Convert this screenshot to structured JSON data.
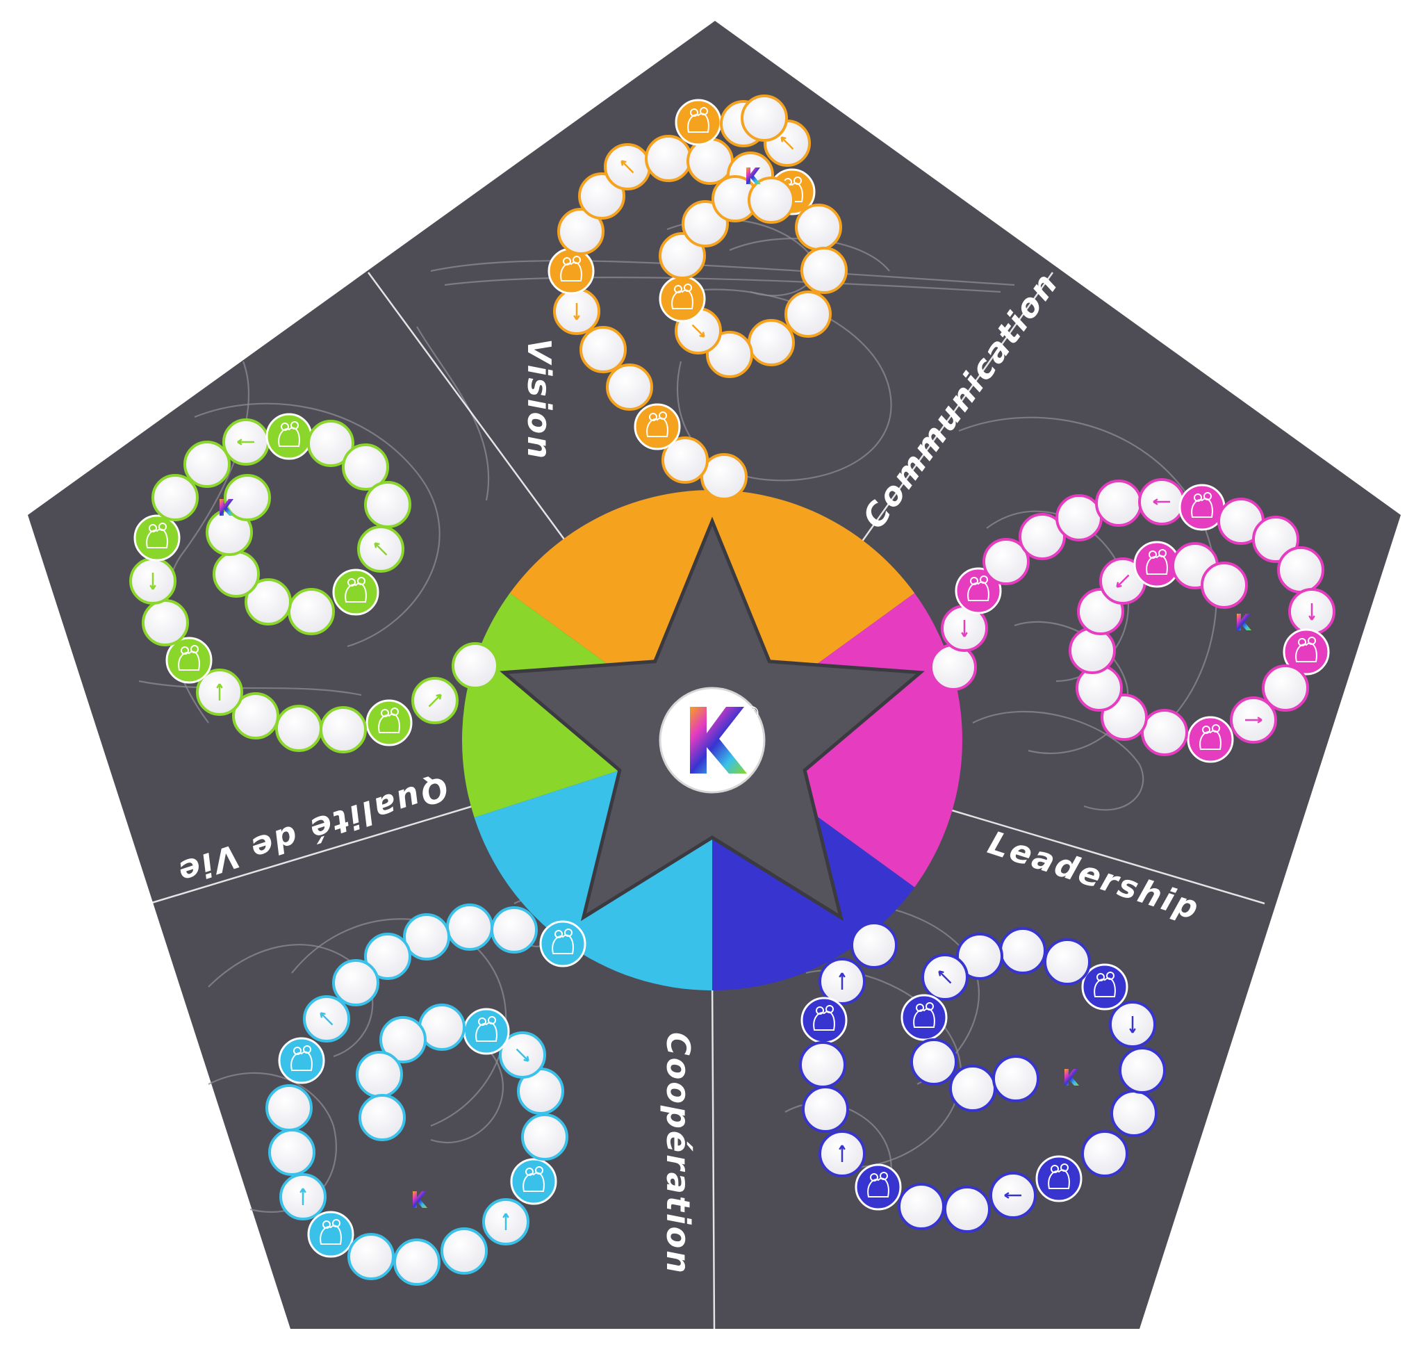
{
  "board": {
    "background": "#4e4c55",
    "center_logo_letter": "K",
    "copyright_mark": "©"
  },
  "zones": [
    {
      "id": "vision",
      "label": "Vision",
      "color": "#f5a21f"
    },
    {
      "id": "communication",
      "label": "Communication",
      "color": "#e53cc0"
    },
    {
      "id": "leadership",
      "label": "Leadership",
      "color": "#3734d0"
    },
    {
      "id": "cooperation",
      "label": "Coopération",
      "color": "#39c1ea"
    },
    {
      "id": "qualite",
      "label": "Qualité de Vie",
      "color": "#8bd62a"
    }
  ],
  "icons": {
    "token_icon": "team-figures-icon",
    "arrow_icon": "direction-arrow-icon",
    "mini_logo": "k-logo-icon"
  }
}
